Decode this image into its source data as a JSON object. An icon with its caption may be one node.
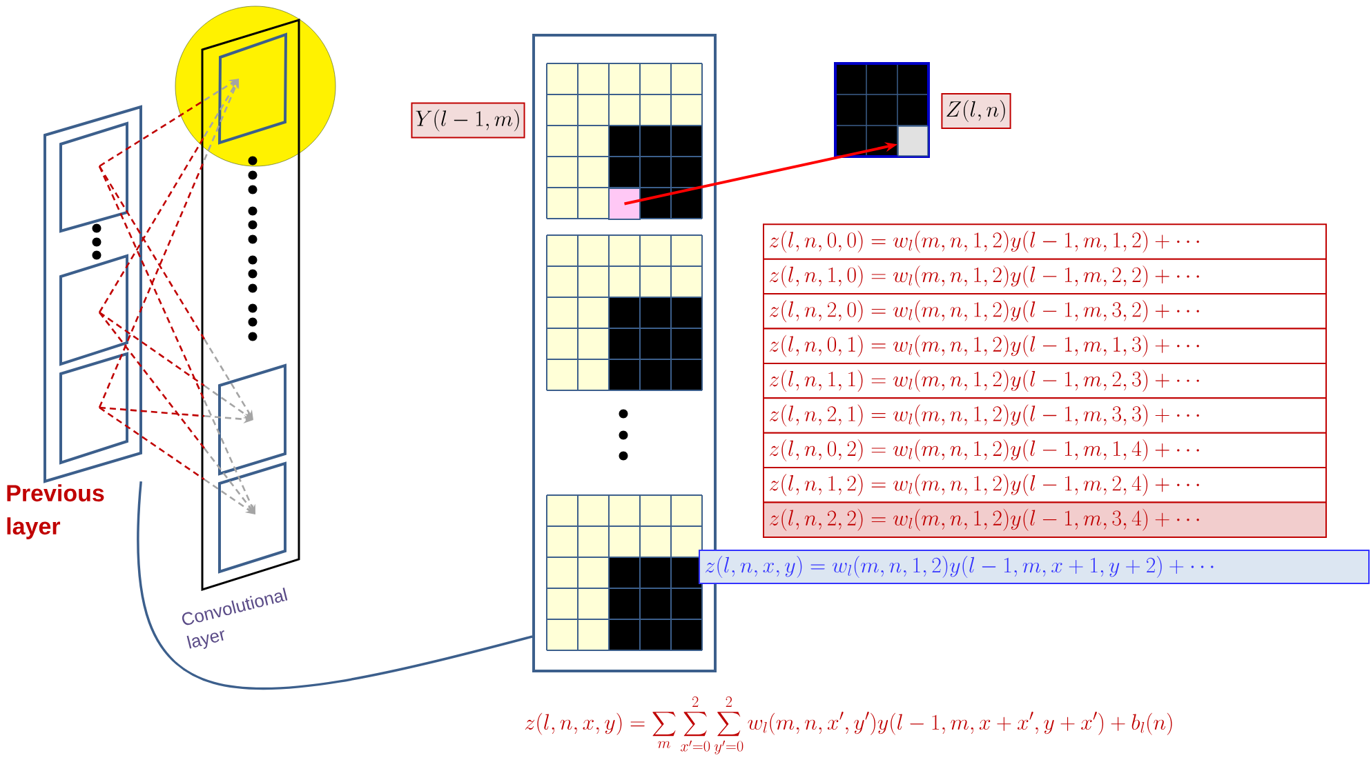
{
  "diagram": {
    "nodes": [
      {
        "text": [
          "Previous layer"
        ]
      },
      {
        "text": [
          "Convolutional layer"
        ]
      },
      {
        "text": [],
        "shape": "box"
      },
      {
        "text": [
          "Y(l-1,m)"
        ]
      },
      {
        "text": [],
        "shape": "box",
        "in": 2
      },
      {
        "text": [],
        "shape": "box"
      },
      {
        "text": [
          "Z(l,n)"
        ]
      },
      {
        "text": [
          "z(l,n,0,0) = w_l(m,n,1,2)y(l-1,m,1,2) + \\cdots"
        ]
      },
      {
        "text": [
          "z(l,n,1,0) = w_l(m,n,1,2)y(l-1,m,2,2) + \\cdots"
        ]
      },
      {
        "text": [
          "z(l,n,2,0) = w_l(m,n,1,2)y(l-1,m,3,2) + \\cdots"
        ]
      },
      {
        "text": [
          "z(l,n,0,1) = w_l(m,n,1,2)y(l-1,m,1,3) + \\cdots"
        ]
      },
      {
        "text": [
          "z(l,n,1,1) = w_l(m,n,1,2)y(l-1,m,2,3) + \\cdots"
        ]
      },
      {
        "text": [
          "z(l,n,2,1) = w_l(m,n,1,2)y(l-1,m,3,3) + \\cdots"
        ]
      },
      {
        "text": [
          "z(l,n,0,2) = w_l(m,n,1,2)y(l-1,m,1,4) + \\cdots"
        ]
      },
      {
        "text": [
          "z(l,n,1,2) = w_l(m,n,1,2)y(l-1,m,2,4) + \\cdots"
        ]
      },
      {
        "text": [
          "z(l,n,2,2) = w_l(m,n,1,2)y(l-1,m,3,4) + \\cdots"
        ]
      },
      {
        "text": [
          "z(l,n,x,y) = w_l(m,n,1,2)y(l-1,m,x+1,y+2) + \\cdots"
        ]
      }
    ],
    "edges": [
      {
        "from": 0,
        "to": 2,
        "arrow": "none"
      },
      {
        "from": 4,
        "to": 5,
        "arrow": "to",
        "color": "#ff0000"
      }
    ],
    "labels": [
      "z(l,n,x,y) = \\sum_{m} \\sum_{x'=0}^{2} \\sum_{y'=0}^{2} w_l(m,n,x',y')y(l-1,m,x+x',y+x') + b_l(n)"
    ]
  }
}
